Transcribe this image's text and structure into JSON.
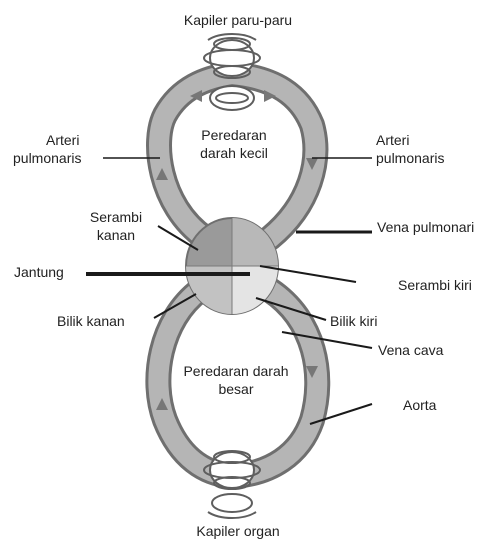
{
  "labels": {
    "capillary_top": "Kapiler paru-paru",
    "capillary_bottom": "Kapiler organ",
    "artery_left": [
      "Arteri",
      "pulmonaris"
    ],
    "artery_right": [
      "Arteri",
      "pulmonaris"
    ],
    "small_circulation": [
      "Peredaran",
      "darah kecil"
    ],
    "large_circulation": [
      "Peredaran darah",
      "besar"
    ],
    "right_atrium": [
      "Serambi",
      "kanan"
    ],
    "pulmonary_vein": "Vena pulmonari",
    "heart": "Jantung",
    "left_atrium": "Serambi kiri",
    "right_ventricle": "Bilik kanan",
    "left_ventricle": "Bilik kiri",
    "vena_cava": "Vena cava",
    "aorta": "Aorta"
  },
  "colors": {
    "vessel": "#a9a9a9",
    "vessel_edge": "#6f6f6f",
    "heart_dark": "#9a9a9a",
    "heart_mid": "#bdbdbd",
    "heart_light": "#e2e2e2",
    "leader": "#1a1a1a"
  }
}
